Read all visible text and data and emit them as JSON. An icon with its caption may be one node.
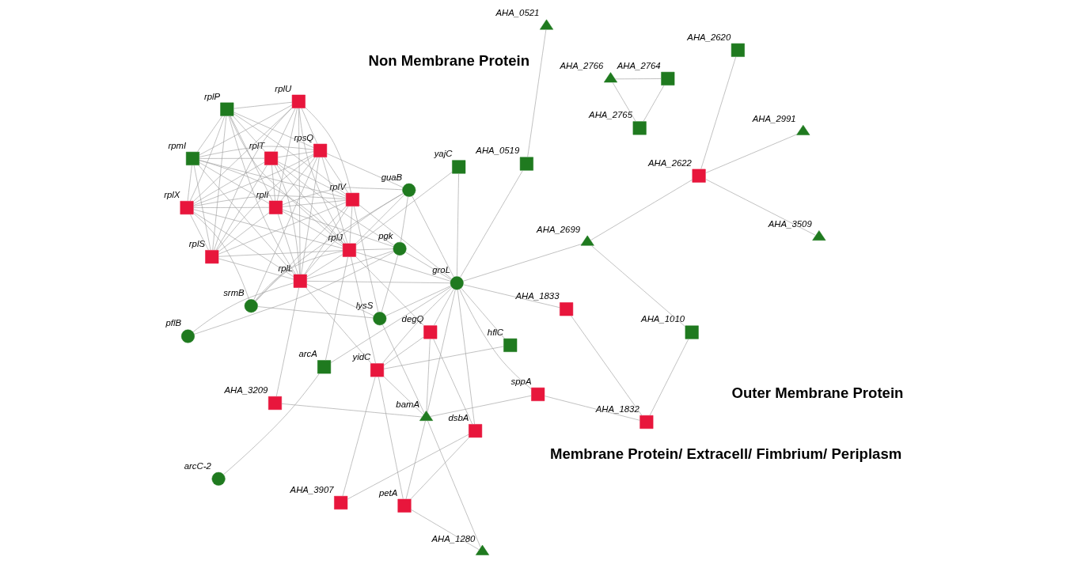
{
  "diagram": {
    "nodes": [
      {
        "text": [],
        "shape": "circle",
        "beside": [
          "srmB"
        ]
      },
      {
        "text": [],
        "shape": "circle",
        "beside": [
          "guaB"
        ]
      },
      {
        "text": [],
        "shape": "circle",
        "beside": [
          "lysS"
        ]
      },
      {
        "text": [],
        "shape": "circle",
        "beside": [
          "pgk"
        ]
      },
      {
        "text": [],
        "shape": "circle",
        "beside": [
          "groL"
        ]
      },
      {
        "text": [],
        "shape": "circle",
        "beside": [
          "pflB"
        ]
      },
      {
        "text": [],
        "shape": "circle",
        "beside": [
          "arcC-2"
        ]
      },
      {
        "text": [],
        "shape": "triangle",
        "beside": [
          "bamA"
        ]
      },
      {
        "text": [],
        "shape": "triangle",
        "beside": [
          "AHA_1280"
        ]
      },
      {
        "text": [],
        "shape": "triangle",
        "beside": [
          "AHA_2699"
        ]
      },
      {
        "text": [],
        "shape": "triangle",
        "beside": [
          "AHA_2766"
        ]
      },
      {
        "text": [],
        "shape": "triangle",
        "beside": [
          "AHA_3509"
        ]
      },
      {
        "text": [],
        "shape": "triangle",
        "beside": [
          "AHA_0521"
        ]
      },
      {
        "text": [],
        "shape": "triangle",
        "beside": [
          "AHA_2991"
        ]
      },
      {
        "text": [],
        "shape": "box",
        "beside": [
          "AHA_1833"
        ]
      },
      {
        "text": [],
        "shape": "box",
        "beside": [
          "AHA_1832"
        ]
      },
      {
        "text": [],
        "shape": "box",
        "beside": [
          "sppA"
        ]
      },
      {
        "text": [],
        "shape": "box",
        "beside": [
          "AHA_1010"
        ]
      },
      {
        "text": [],
        "shape": "box",
        "beside": [
          "yajC"
        ]
      },
      {
        "text": [],
        "shape": "box",
        "beside": [
          "AHA_3209"
        ]
      },
      {
        "text": [],
        "shape": "box",
        "beside": [
          "hflC"
        ]
      },
      {
        "text": [],
        "shape": "box",
        "beside": [
          "arcA"
        ]
      },
      {
        "text": [],
        "shape": "box",
        "beside": [
          "AHA_2764"
        ]
      },
      {
        "text": [],
        "shape": "box",
        "beside": [
          "petA"
        ]
      },
      {
        "text": [],
        "shape": "box",
        "beside": [
          "yidC"
        ]
      },
      {
        "text": [],
        "shape": "box",
        "beside": [
          "degQ"
        ]
      },
      {
        "text": [],
        "shape": "box",
        "beside": [
          "AHA_2765"
        ]
      },
      {
        "text": [],
        "shape": "box",
        "beside": [
          "AHA_2620"
        ]
      },
      {
        "text": [],
        "shape": "box",
        "beside": [
          "dsbA"
        ]
      },
      {
        "text": [],
        "shape": "box",
        "beside": [
          "AHA_0519"
        ]
      },
      {
        "text": [],
        "shape": "box",
        "beside": [
          "AHA_2622"
        ]
      },
      {
        "text": [],
        "shape": "box",
        "beside": [
          "AHA_3907"
        ]
      },
      {
        "text": [],
        "shape": "box",
        "beside": [
          "rplL"
        ]
      },
      {
        "text": [],
        "shape": "box",
        "beside": [
          "rplP"
        ]
      },
      {
        "text": [],
        "shape": "box",
        "beside": [
          "rplV"
        ]
      },
      {
        "text": [],
        "shape": "box",
        "beside": [
          "rplX"
        ]
      },
      {
        "text": [],
        "shape": "box",
        "beside": [
          "rplJ"
        ]
      },
      {
        "text": [],
        "shape": "box",
        "beside": [
          "rpsQ"
        ]
      },
      {
        "text": [],
        "shape": "box",
        "beside": [
          "rplS"
        ]
      },
      {
        "text": [],
        "shape": "box",
        "beside": [
          "rplT"
        ]
      },
      {
        "text": [],
        "shape": "box",
        "beside": [
          "rplU"
        ]
      },
      {
        "text": [],
        "shape": "box",
        "beside": [
          "rpmI"
        ]
      },
      {
        "text": [],
        "shape": "box",
        "beside": [
          "rplI"
        ]
      }
    ],
    "edges": [
      {
        "from": 7,
        "to": 8,
        "arrow": "none"
      },
      {
        "from": 7,
        "to": 2,
        "arrow": "none"
      },
      {
        "from": 7,
        "to": 4,
        "arrow": "none"
      },
      {
        "from": 7,
        "to": 16,
        "arrow": "none"
      },
      {
        "from": 7,
        "to": 19,
        "arrow": "none"
      },
      {
        "from": 7,
        "to": 23,
        "arrow": "none"
      },
      {
        "from": 7,
        "to": 24,
        "arrow": "none"
      },
      {
        "from": 7,
        "to": 25,
        "arrow": "none"
      },
      {
        "from": 8,
        "to": 23,
        "arrow": "none"
      },
      {
        "from": 9,
        "to": 17,
        "arrow": "none"
      },
      {
        "from": 9,
        "to": 4,
        "arrow": "none"
      },
      {
        "from": 9,
        "to": 30,
        "arrow": "none"
      },
      {
        "from": 10,
        "to": 22,
        "arrow": "none"
      },
      {
        "from": 10,
        "to": 26,
        "arrow": "none"
      },
      {
        "from": 11,
        "to": 30,
        "arrow": "none"
      },
      {
        "from": 12,
        "to": 29,
        "arrow": "none"
      },
      {
        "from": 13,
        "to": 30,
        "arrow": "none"
      },
      {
        "from": 22,
        "to": 26,
        "arrow": "none"
      },
      {
        "from": 27,
        "to": 30,
        "arrow": "none"
      },
      {
        "from": 14,
        "to": 15,
        "arrow": "none"
      },
      {
        "from": 14,
        "to": 4,
        "arrow": "none"
      },
      {
        "from": 17,
        "to": 15,
        "arrow": "none"
      },
      {
        "from": 15,
        "to": 16,
        "arrow": "none"
      },
      {
        "from": 16,
        "to": 4,
        "arrow": "none"
      },
      {
        "from": 18,
        "to": 4,
        "arrow": "none"
      },
      {
        "from": 18,
        "to": 36,
        "arrow": "none"
      },
      {
        "from": 20,
        "to": 24,
        "arrow": "none"
      },
      {
        "from": 20,
        "to": 4,
        "arrow": "none"
      },
      {
        "from": 19,
        "to": 32,
        "arrow": "none"
      },
      {
        "from": 23,
        "to": 24,
        "arrow": "none"
      },
      {
        "from": 23,
        "to": 28,
        "arrow": "none"
      },
      {
        "from": 24,
        "to": 25,
        "arrow": "none"
      },
      {
        "from": 24,
        "to": 4,
        "arrow": "none"
      },
      {
        "from": 24,
        "to": 36,
        "arrow": "none"
      },
      {
        "from": 24,
        "to": 31,
        "arrow": "none"
      },
      {
        "from": 24,
        "to": 32,
        "arrow": "none"
      },
      {
        "from": 21,
        "to": 6,
        "arrow": "none"
      },
      {
        "from": 21,
        "to": 4,
        "arrow": "none"
      },
      {
        "from": 21,
        "to": 36,
        "arrow": "none"
      },
      {
        "from": 25,
        "to": 28,
        "arrow": "none"
      },
      {
        "from": 25,
        "to": 4,
        "arrow": "none"
      },
      {
        "from": 25,
        "to": 36,
        "arrow": "none"
      },
      {
        "from": 29,
        "to": 4,
        "arrow": "none"
      },
      {
        "from": 31,
        "to": 28,
        "arrow": "none"
      },
      {
        "from": 2,
        "to": 0,
        "arrow": "none"
      },
      {
        "from": 2,
        "to": 3,
        "arrow": "none"
      },
      {
        "from": 2,
        "to": 4,
        "arrow": "none"
      },
      {
        "from": 2,
        "to": 34,
        "arrow": "none"
      },
      {
        "from": 2,
        "to": 32,
        "arrow": "none"
      },
      {
        "from": 0,
        "to": 1,
        "arrow": "none"
      },
      {
        "from": 0,
        "to": 36,
        "arrow": "none"
      },
      {
        "from": 0,
        "to": 35,
        "arrow": "none"
      },
      {
        "from": 0,
        "to": 37,
        "arrow": "none"
      },
      {
        "from": 0,
        "to": 34,
        "arrow": "none"
      },
      {
        "from": 1,
        "to": 3,
        "arrow": "none"
      },
      {
        "from": 1,
        "to": 4,
        "arrow": "none"
      },
      {
        "from": 1,
        "to": 36,
        "arrow": "none"
      },
      {
        "from": 1,
        "to": 32,
        "arrow": "none"
      },
      {
        "from": 1,
        "to": 42,
        "arrow": "none"
      },
      {
        "from": 1,
        "to": 37,
        "arrow": "none"
      },
      {
        "from": 3,
        "to": 4,
        "arrow": "none"
      },
      {
        "from": 3,
        "to": 5,
        "arrow": "none"
      },
      {
        "from": 3,
        "to": 39,
        "arrow": "none"
      },
      {
        "from": 3,
        "to": 42,
        "arrow": "none"
      },
      {
        "from": 3,
        "to": 32,
        "arrow": "none"
      },
      {
        "from": 3,
        "to": 36,
        "arrow": "none"
      },
      {
        "from": 5,
        "to": 32,
        "arrow": "none"
      },
      {
        "from": 4,
        "to": 36,
        "arrow": "none"
      },
      {
        "from": 4,
        "to": 32,
        "arrow": "none"
      },
      {
        "from": 4,
        "to": 28,
        "arrow": "none"
      },
      {
        "from": 4,
        "to": 34,
        "arrow": "none"
      },
      {
        "from": 32,
        "to": 33,
        "arrow": "none"
      },
      {
        "from": 32,
        "to": 34,
        "arrow": "none"
      },
      {
        "from": 32,
        "to": 35,
        "arrow": "none"
      },
      {
        "from": 32,
        "to": 36,
        "arrow": "none"
      },
      {
        "from": 32,
        "to": 37,
        "arrow": "none"
      },
      {
        "from": 32,
        "to": 38,
        "arrow": "none"
      },
      {
        "from": 32,
        "to": 39,
        "arrow": "none"
      },
      {
        "from": 32,
        "to": 40,
        "arrow": "none"
      },
      {
        "from": 32,
        "to": 41,
        "arrow": "none"
      },
      {
        "from": 32,
        "to": 42,
        "arrow": "none"
      },
      {
        "from": 33,
        "to": 34,
        "arrow": "none"
      },
      {
        "from": 33,
        "to": 35,
        "arrow": "none"
      },
      {
        "from": 33,
        "to": 36,
        "arrow": "none"
      },
      {
        "from": 33,
        "to": 37,
        "arrow": "none"
      },
      {
        "from": 33,
        "to": 38,
        "arrow": "none"
      },
      {
        "from": 33,
        "to": 39,
        "arrow": "none"
      },
      {
        "from": 33,
        "to": 40,
        "arrow": "none"
      },
      {
        "from": 33,
        "to": 41,
        "arrow": "none"
      },
      {
        "from": 33,
        "to": 42,
        "arrow": "none"
      },
      {
        "from": 34,
        "to": 35,
        "arrow": "none"
      },
      {
        "from": 34,
        "to": 36,
        "arrow": "none"
      },
      {
        "from": 34,
        "to": 37,
        "arrow": "none"
      },
      {
        "from": 34,
        "to": 38,
        "arrow": "none"
      },
      {
        "from": 34,
        "to": 39,
        "arrow": "none"
      },
      {
        "from": 34,
        "to": 40,
        "arrow": "none"
      },
      {
        "from": 34,
        "to": 41,
        "arrow": "none"
      },
      {
        "from": 34,
        "to": 42,
        "arrow": "none"
      },
      {
        "from": 35,
        "to": 36,
        "arrow": "none"
      },
      {
        "from": 35,
        "to": 37,
        "arrow": "none"
      },
      {
        "from": 35,
        "to": 38,
        "arrow": "none"
      },
      {
        "from": 35,
        "to": 39,
        "arrow": "none"
      },
      {
        "from": 35,
        "to": 40,
        "arrow": "none"
      },
      {
        "from": 35,
        "to": 41,
        "arrow": "none"
      },
      {
        "from": 35,
        "to": 42,
        "arrow": "none"
      },
      {
        "from": 36,
        "to": 37,
        "arrow": "none"
      },
      {
        "from": 36,
        "to": 38,
        "arrow": "none"
      },
      {
        "from": 36,
        "to": 39,
        "arrow": "none"
      },
      {
        "from": 36,
        "to": 40,
        "arrow": "none"
      },
      {
        "from": 36,
        "to": 41,
        "arrow": "none"
      },
      {
        "from": 36,
        "to": 42,
        "arrow": "none"
      },
      {
        "from": 37,
        "to": 38,
        "arrow": "none"
      },
      {
        "from": 37,
        "to": 39,
        "arrow": "none"
      },
      {
        "from": 37,
        "to": 40,
        "arrow": "none"
      },
      {
        "from": 37,
        "to": 41,
        "arrow": "none"
      },
      {
        "from": 37,
        "to": 42,
        "arrow": "none"
      },
      {
        "from": 38,
        "to": 39,
        "arrow": "none"
      },
      {
        "from": 38,
        "to": 40,
        "arrow": "none"
      },
      {
        "from": 38,
        "to": 41,
        "arrow": "none"
      },
      {
        "from": 38,
        "to": 42,
        "arrow": "none"
      },
      {
        "from": 39,
        "to": 40,
        "arrow": "none"
      },
      {
        "from": 39,
        "to": 41,
        "arrow": "none"
      },
      {
        "from": 39,
        "to": 42,
        "arrow": "none"
      },
      {
        "from": 40,
        "to": 41,
        "arrow": "none"
      },
      {
        "from": 40,
        "to": 42,
        "arrow": "none"
      },
      {
        "from": 41,
        "to": 42,
        "arrow": "none"
      }
    ],
    "labels": [
      "Outer Membrane Protein",
      "Non Membrane Protein",
      "Membrane Protein/ Extracell/ Fimbrium/ Periplasm"
    ]
  }
}
